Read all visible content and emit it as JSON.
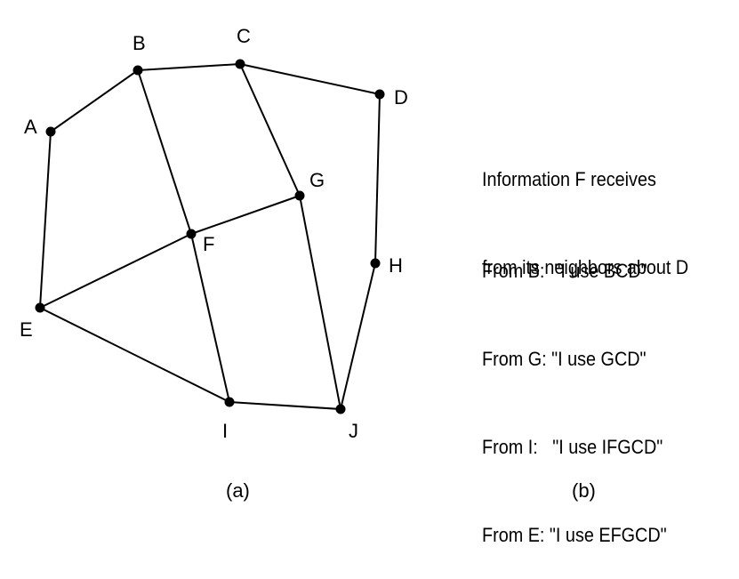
{
  "graph": {
    "nodes": [
      {
        "id": "A",
        "label": "A"
      },
      {
        "id": "B",
        "label": "B"
      },
      {
        "id": "C",
        "label": "C"
      },
      {
        "id": "D",
        "label": "D"
      },
      {
        "id": "E",
        "label": "E"
      },
      {
        "id": "F",
        "label": "F"
      },
      {
        "id": "G",
        "label": "G"
      },
      {
        "id": "H",
        "label": "H"
      },
      {
        "id": "I",
        "label": "I"
      },
      {
        "id": "J",
        "label": "J"
      }
    ],
    "edges": [
      [
        "A",
        "B"
      ],
      [
        "B",
        "C"
      ],
      [
        "C",
        "D"
      ],
      [
        "A",
        "E"
      ],
      [
        "B",
        "F"
      ],
      [
        "C",
        "G"
      ],
      [
        "D",
        "H"
      ],
      [
        "E",
        "F"
      ],
      [
        "F",
        "G"
      ],
      [
        "F",
        "I"
      ],
      [
        "G",
        "J"
      ],
      [
        "E",
        "I"
      ],
      [
        "I",
        "J"
      ],
      [
        "H",
        "J"
      ]
    ],
    "caption": "(a)"
  },
  "info": {
    "heading_line1": "Information F receives",
    "heading_line2": "from its neighbors about D",
    "messages": [
      "From B:  \"I use BCD\"",
      "From G: \"I use GCD\"",
      "From I:   \"I use IFGCD\"",
      "From E: \"I use EFGCD\""
    ],
    "caption": "(b)"
  }
}
